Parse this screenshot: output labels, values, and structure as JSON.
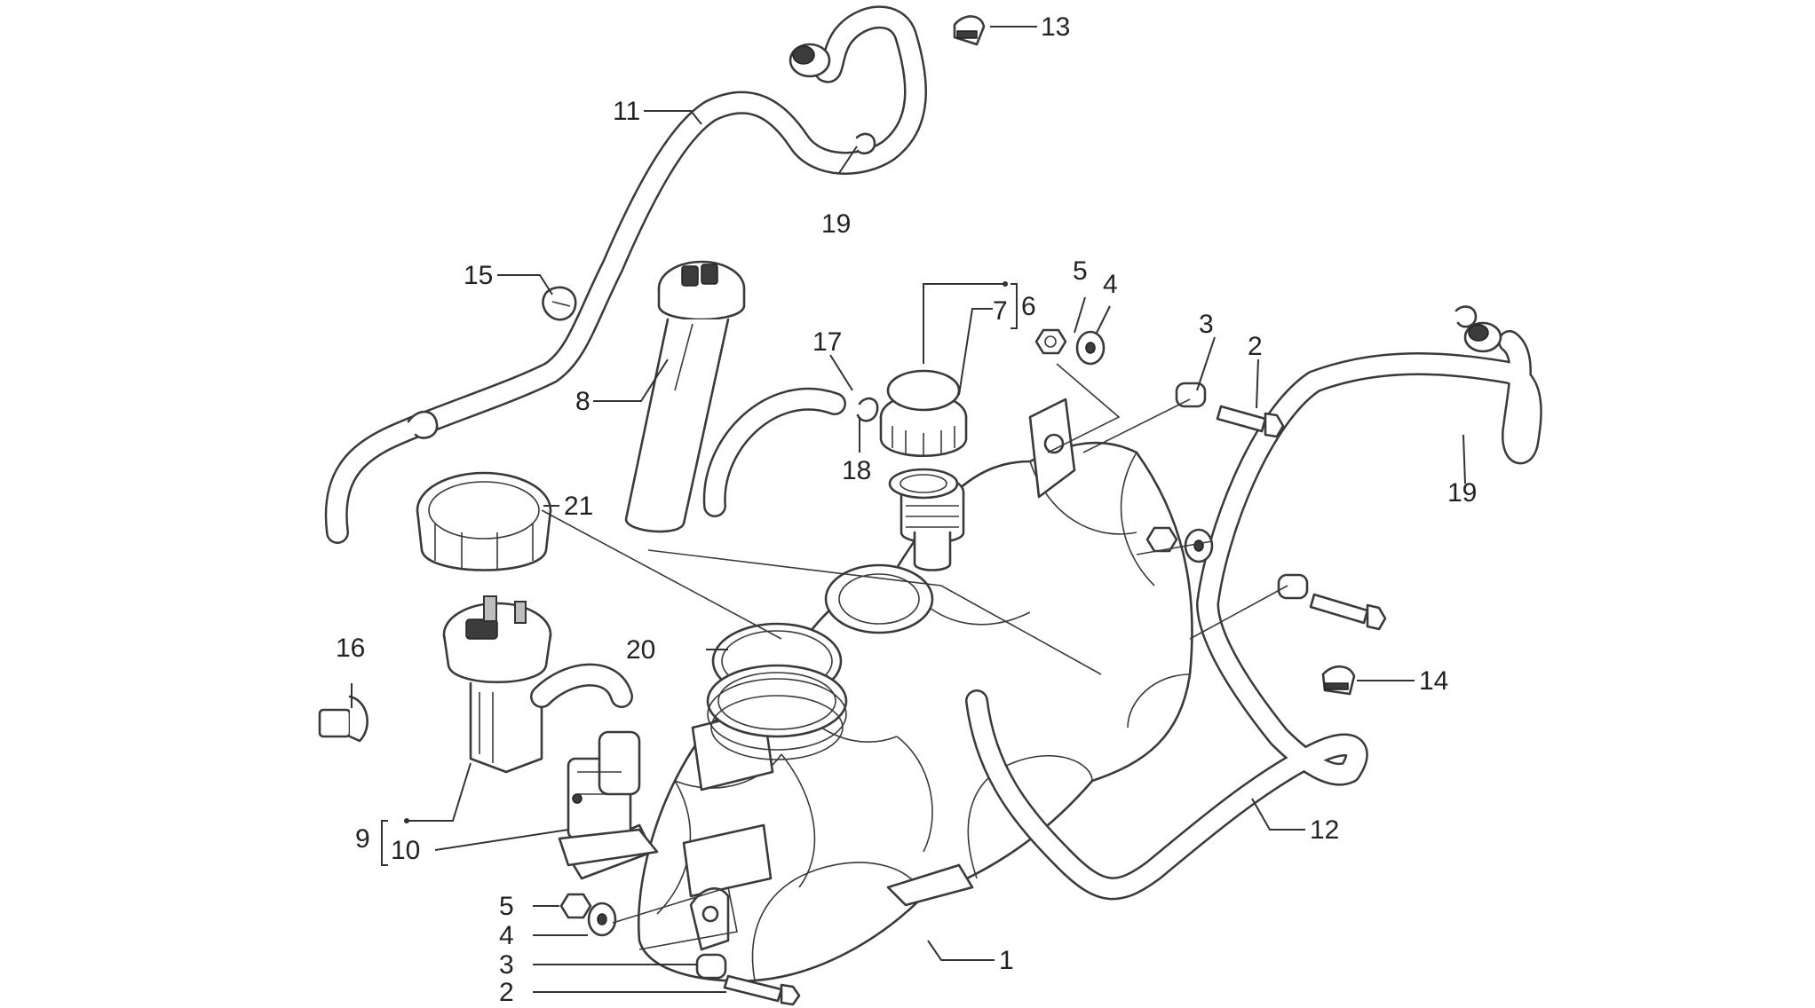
{
  "callouts": {
    "c1": "1",
    "c2a": "2",
    "c2b": "2",
    "c3a": "3",
    "c3b": "3",
    "c4a": "4",
    "c4b": "4",
    "c5a": "5",
    "c5b": "5",
    "c6": "6",
    "c7": "7",
    "c8": "8",
    "c9": "9",
    "c10": "10",
    "c11": "11",
    "c12": "12",
    "c13": "13",
    "c14": "14",
    "c15": "15",
    "c16": "16",
    "c17": "17",
    "c18": "18",
    "c19a": "19",
    "c19b": "19",
    "c20": "20",
    "c21": "21"
  }
}
